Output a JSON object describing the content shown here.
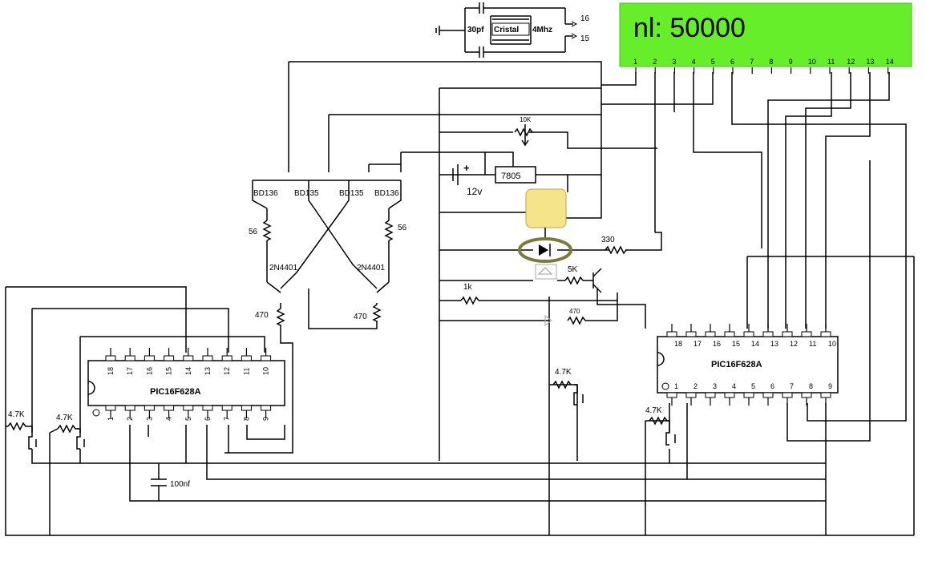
{
  "lcd": {
    "text": "nl: 50000",
    "pins": [
      "1",
      "2",
      "3",
      "4",
      "5",
      "6",
      "7",
      "8",
      "9",
      "10",
      "11",
      "12",
      "13",
      "14"
    ],
    "color": "#66ee2a"
  },
  "crystal": {
    "cap": "30pf",
    "name": "Cristal",
    "freq": "4Mhz",
    "pin_a": "16",
    "pin_b": "15"
  },
  "regulator": {
    "name": "7805",
    "pot": "10K",
    "battery": "12v",
    "battery_plus": "+"
  },
  "transistors": {
    "t1": "BD136",
    "t2": "BD135",
    "t3": "BD135",
    "t4": "BD136",
    "q_left": "2N4401",
    "q_right": "2N4401"
  },
  "resistors": {
    "r56_left": "56",
    "r56_right": "56",
    "r470_left": "470",
    "r470_right": "470",
    "r330": "330",
    "r5k": "5K",
    "r1k": "1k",
    "r470_led": "470",
    "r47_a": "4.7K",
    "r47_b": "4.7K",
    "r47_c": "4.7K",
    "r47_d": "4.7K"
  },
  "capacitor": {
    "c100": "100nf"
  },
  "chip_left": {
    "name": "PIC16F628A",
    "top_pins": [
      "18",
      "17",
      "16",
      "15",
      "14",
      "13",
      "12",
      "11",
      "10"
    ],
    "bottom_pins": [
      "1",
      "2",
      "3",
      "4",
      "5",
      "6",
      "7",
      "8",
      "9"
    ]
  },
  "chip_right": {
    "name": "PIC16F628A",
    "top_pins": [
      "18",
      "17",
      "16",
      "15",
      "14",
      "13",
      "12",
      "11",
      "10"
    ],
    "bottom_pins": [
      "1",
      "2",
      "3",
      "4",
      "5",
      "6",
      "7",
      "8",
      "9"
    ]
  },
  "colors": {
    "yellow_block": "#f6e48a",
    "ring": "#7d7a3e"
  }
}
